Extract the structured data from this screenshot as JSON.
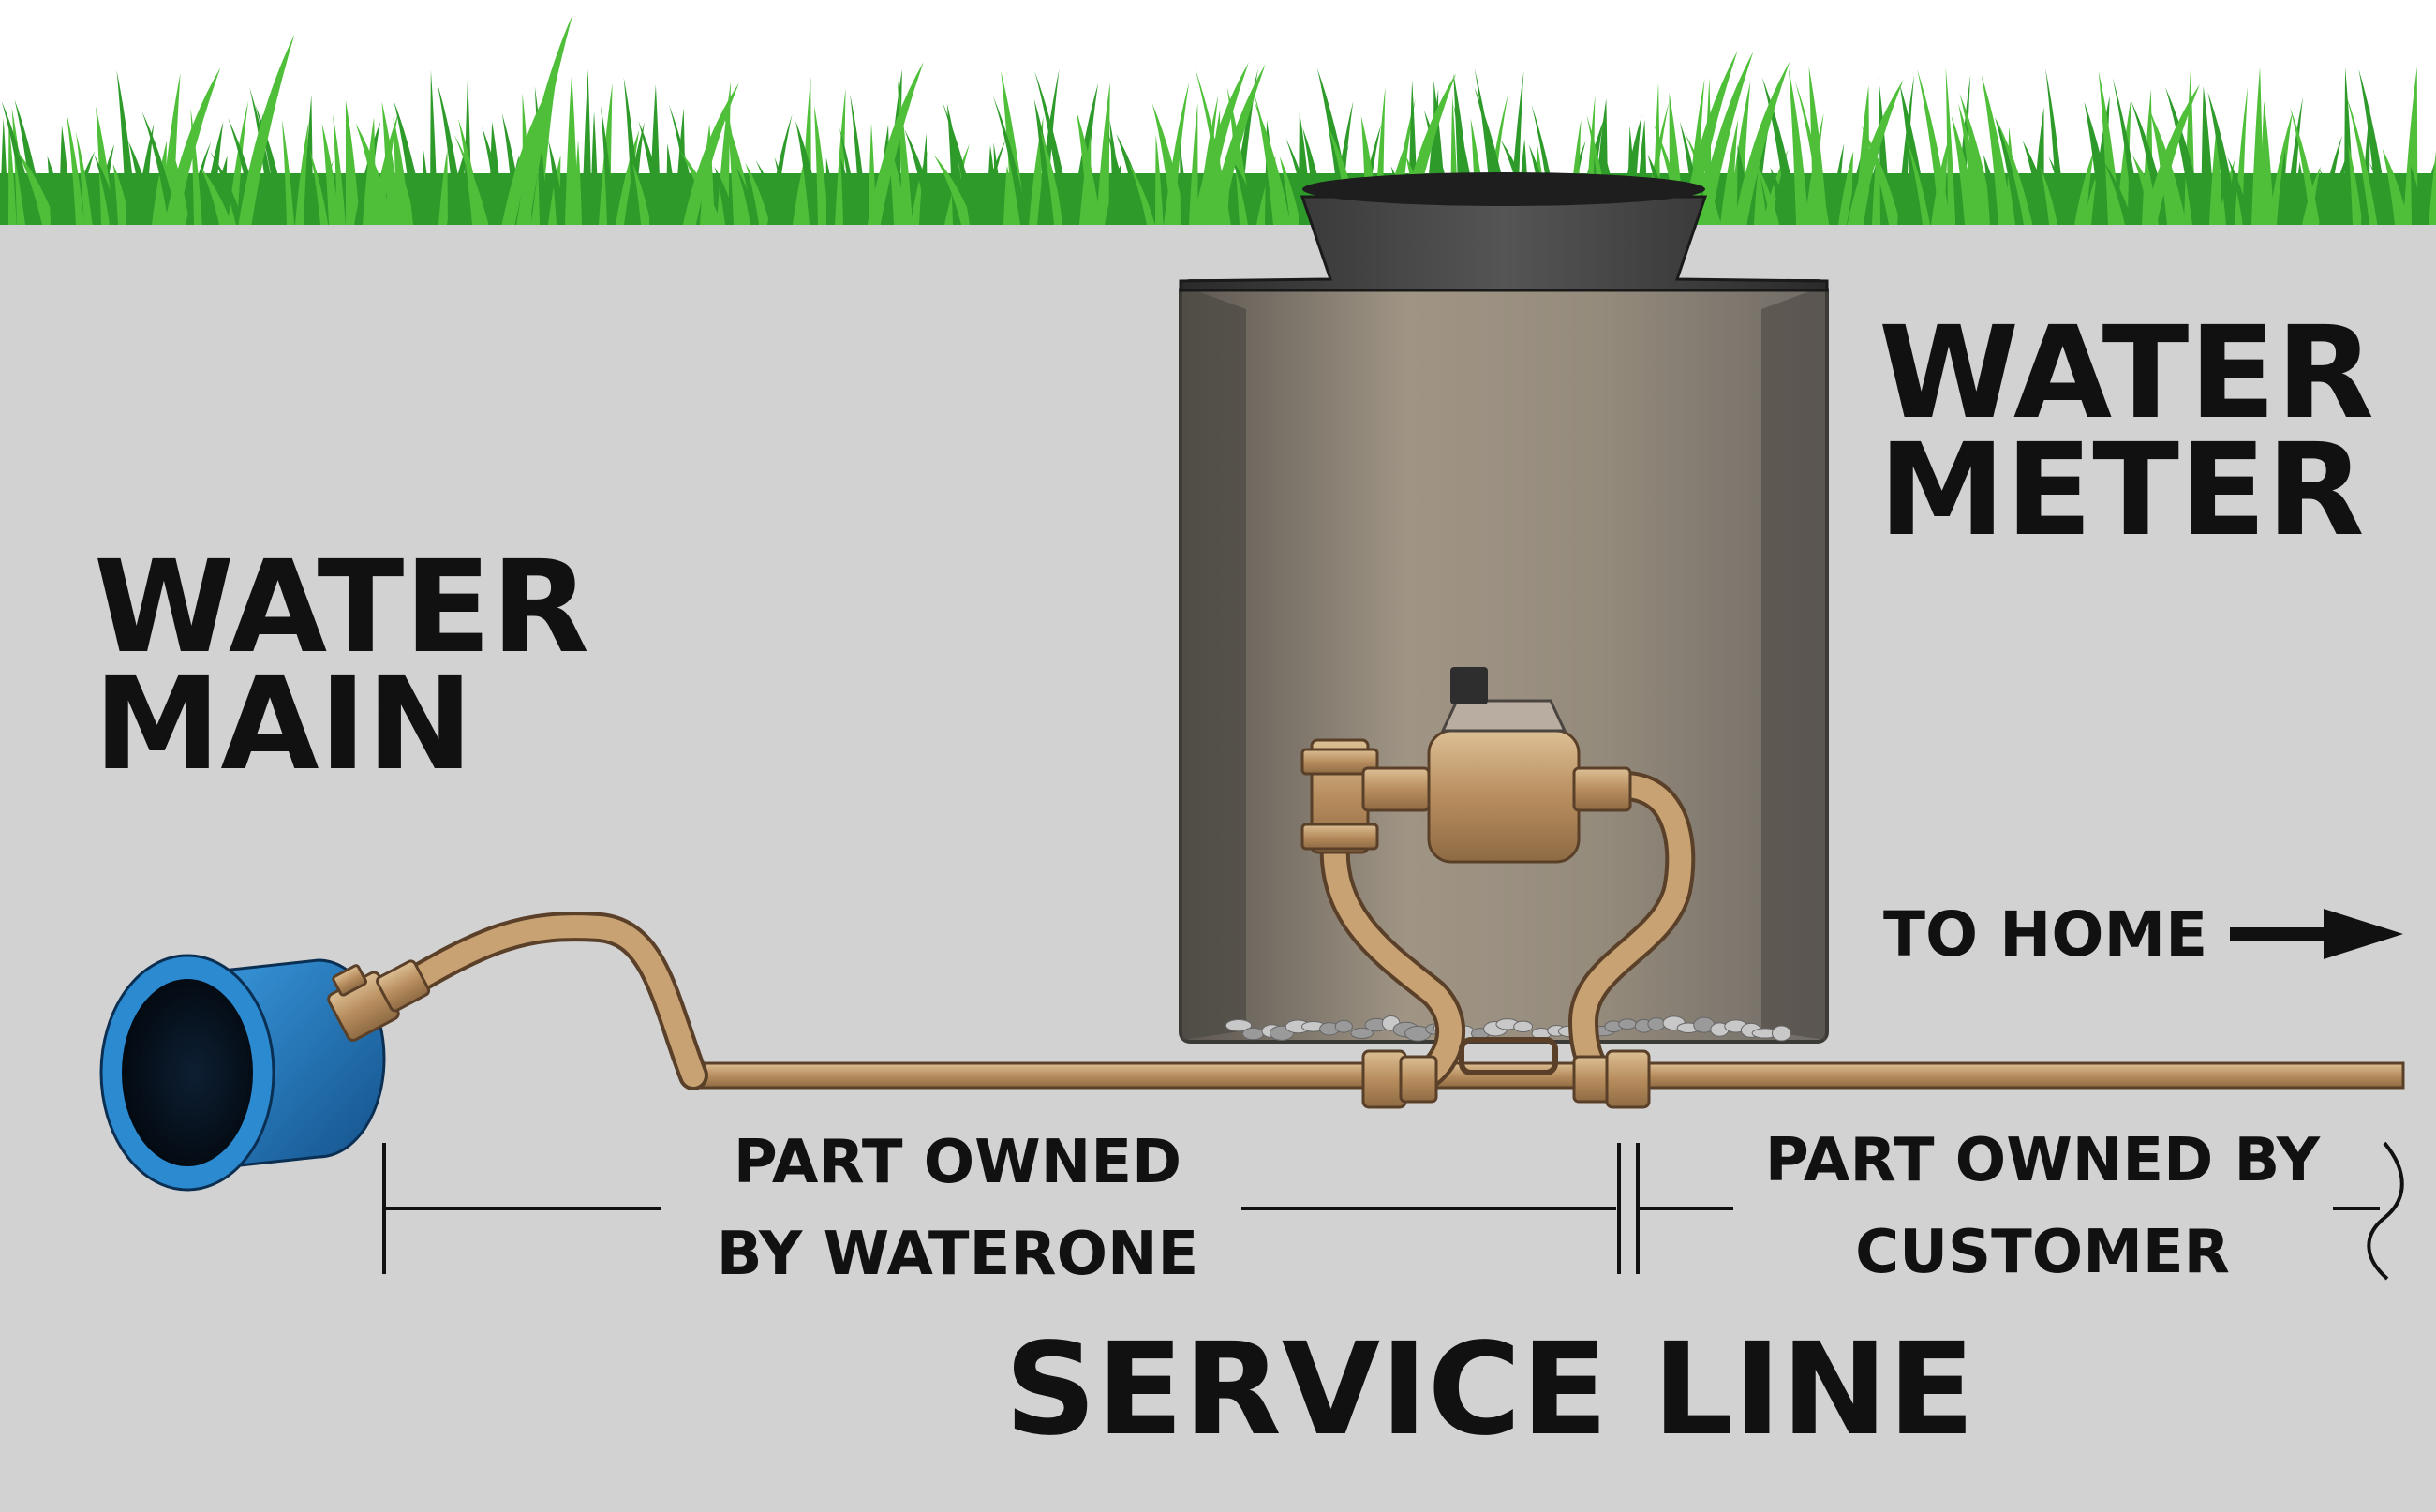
{
  "labels": {
    "water_main": [
      "WATER",
      "MAIN"
    ],
    "water_meter": [
      "WATER",
      "METER"
    ],
    "to_home": "TO HOME",
    "waterone_part": [
      "PART OWNED",
      "BY WATERONE"
    ],
    "customer_part": [
      "PART OWNED BY",
      "CUSTOMER"
    ],
    "service_line": "SERVICE LINE"
  },
  "colors": {
    "soil": "#d2d2d3",
    "grass": "#4fbf3a",
    "grass_dark": "#2e9a2a",
    "brass": "#c19a6b",
    "pipe_blue": "#1f6fb4",
    "meter_box": "#8b847a",
    "lid": "#3a3a3a",
    "text": "#111111"
  },
  "icons": {
    "arrow": "right-arrow-icon",
    "main_pipe": "water-main-pipe-icon",
    "meter": "water-meter-icon",
    "grass": "grass-icon"
  }
}
